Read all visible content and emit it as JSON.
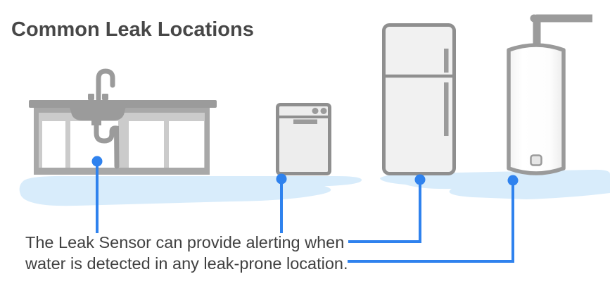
{
  "title": "Common Leak Locations",
  "caption": {
    "line1": "The Leak Sensor can provide alerting when",
    "line2": "water is detected in any leak-prone location."
  },
  "colors": {
    "accent_blue": "#2F82EE",
    "puddle_blue": "#D8ECFB",
    "appliance_outline_gray": "#8F8F8F",
    "appliance_detail_gray": "#9B9B9B",
    "title_text": "#474747",
    "body_text": "#414141"
  },
  "illustrations": [
    {
      "icon": "kitchen-sink-cabinet-icon"
    },
    {
      "icon": "dishwasher-icon"
    },
    {
      "icon": "refrigerator-icon"
    },
    {
      "icon": "water-heater-icon"
    }
  ]
}
